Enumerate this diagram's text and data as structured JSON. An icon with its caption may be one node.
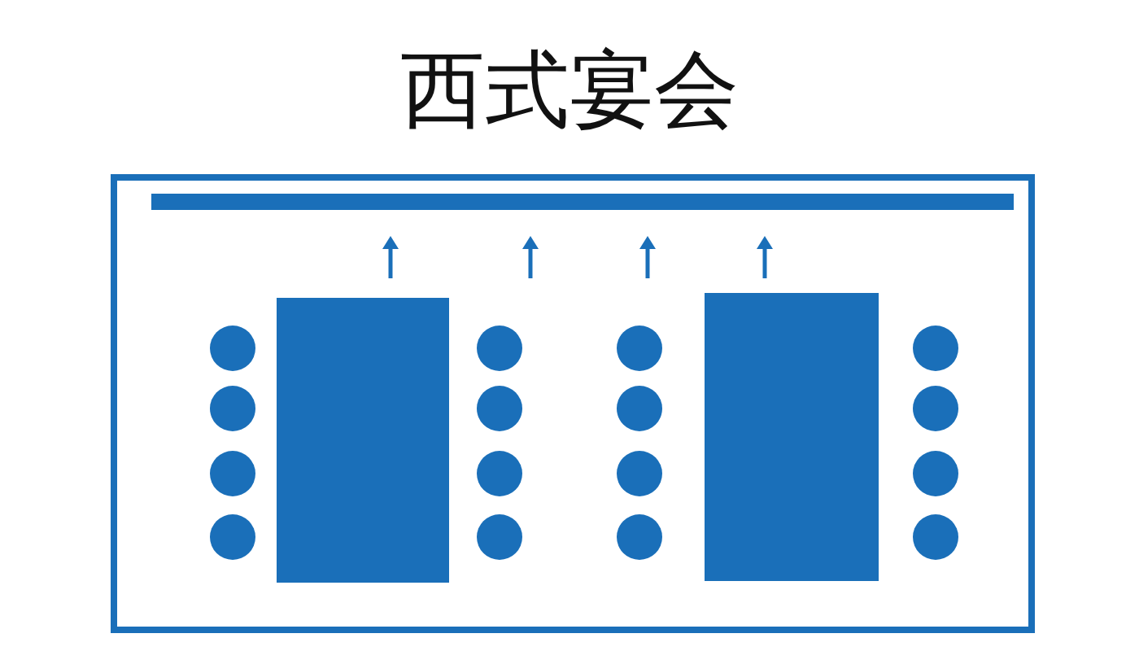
{
  "diagram": {
    "title": "西式宴会",
    "nodes": [
      {
        "text": [],
        "shape": "box"
      },
      {
        "text": [],
        "shape": "bar",
        "in": 0
      },
      {
        "text": [],
        "shape": "circle",
        "in": 0
      },
      {
        "text": [],
        "shape": "circle",
        "in": 0
      },
      {
        "text": [],
        "shape": "circle",
        "in": 0
      },
      {
        "text": [],
        "shape": "circle",
        "in": 0
      },
      {
        "text": [],
        "shape": "box",
        "in": 0
      },
      {
        "text": [],
        "shape": "circle",
        "in": 0
      },
      {
        "text": [],
        "shape": "circle",
        "in": 0
      },
      {
        "text": [],
        "shape": "circle",
        "in": 0
      },
      {
        "text": [],
        "shape": "circle",
        "in": 0
      },
      {
        "text": [],
        "shape": "circle",
        "in": 0
      },
      {
        "text": [],
        "shape": "circle",
        "in": 0
      },
      {
        "text": [],
        "shape": "circle",
        "in": 0
      },
      {
        "text": [],
        "shape": "circle",
        "in": 0
      },
      {
        "text": [],
        "shape": "box",
        "in": 0
      },
      {
        "text": [],
        "shape": "circle",
        "in": 0
      },
      {
        "text": [],
        "shape": "circle",
        "in": 0
      },
      {
        "text": [],
        "shape": "circle",
        "in": 0
      },
      {
        "text": [],
        "shape": "circle",
        "in": 0
      }
    ]
  }
}
